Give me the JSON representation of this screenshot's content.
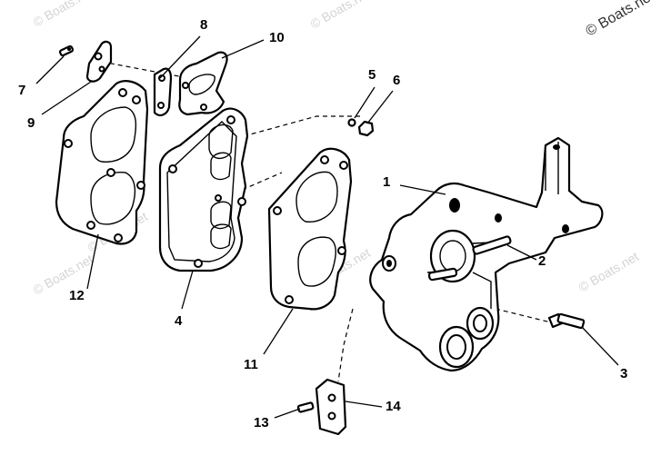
{
  "copyright": "© Boats.net",
  "watermark": "© Boats.net",
  "callouts": [
    {
      "id": "c1",
      "label": "1"
    },
    {
      "id": "c2",
      "label": "2"
    },
    {
      "id": "c3",
      "label": "3"
    },
    {
      "id": "c4",
      "label": "4"
    },
    {
      "id": "c5",
      "label": "5"
    },
    {
      "id": "c6",
      "label": "6"
    },
    {
      "id": "c7",
      "label": "7"
    },
    {
      "id": "c8",
      "label": "8"
    },
    {
      "id": "c9",
      "label": "9"
    },
    {
      "id": "c10",
      "label": "10"
    },
    {
      "id": "c11",
      "label": "11"
    },
    {
      "id": "c12",
      "label": "12"
    },
    {
      "id": "c13",
      "label": "13"
    },
    {
      "id": "c14",
      "label": "14"
    }
  ]
}
